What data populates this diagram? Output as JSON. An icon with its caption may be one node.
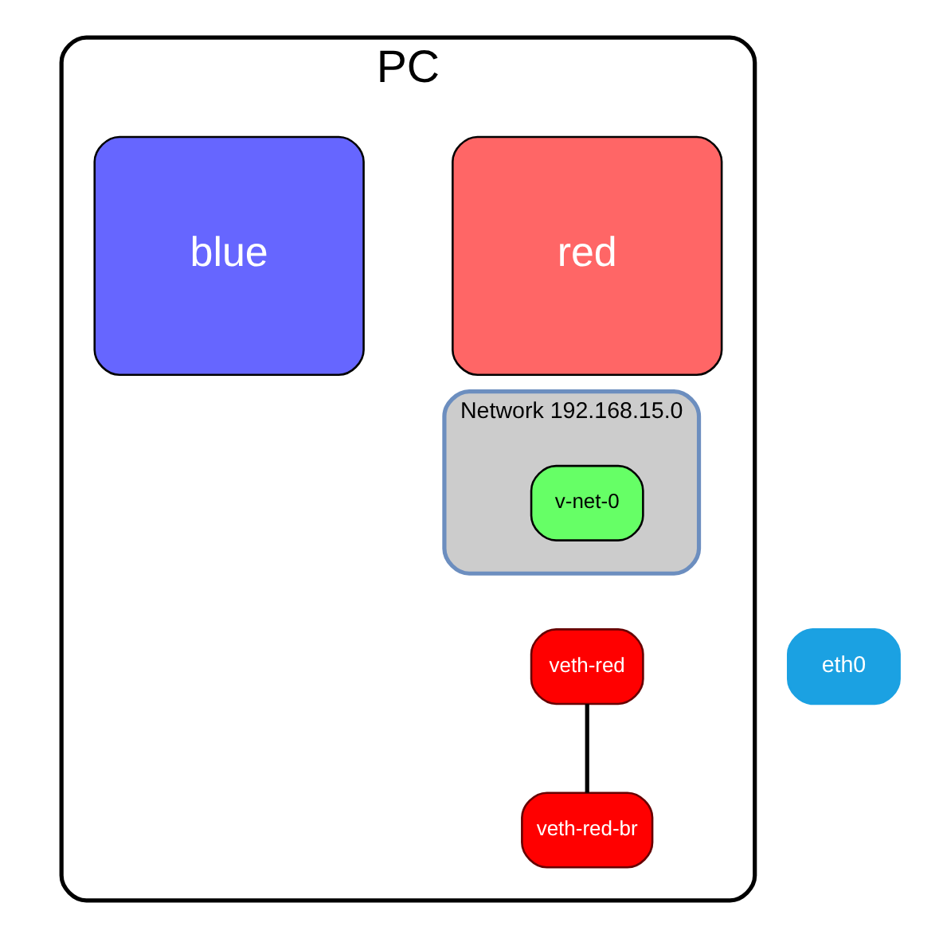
{
  "diagram": {
    "nodes": [
      {
        "text": [
          "PC"
        ]
      },
      {
        "text": [
          "red"
        ],
        "in": 0
      },
      {
        "text": [
          "blue"
        ],
        "in": 0
      },
      {
        "text": [
          "Network 192.168.15.0"
        ],
        "in": 0
      },
      {
        "text": [
          "v-net-0"
        ],
        "in": 3
      },
      {
        "text": [
          "eth0"
        ]
      },
      {
        "text": [
          "veth-red"
        ],
        "in": 0
      },
      {
        "text": [
          "veth-red-br"
        ],
        "in": 0
      }
    ],
    "edges": [
      {
        "from": 6,
        "to": 7,
        "arrow": "none"
      }
    ]
  }
}
